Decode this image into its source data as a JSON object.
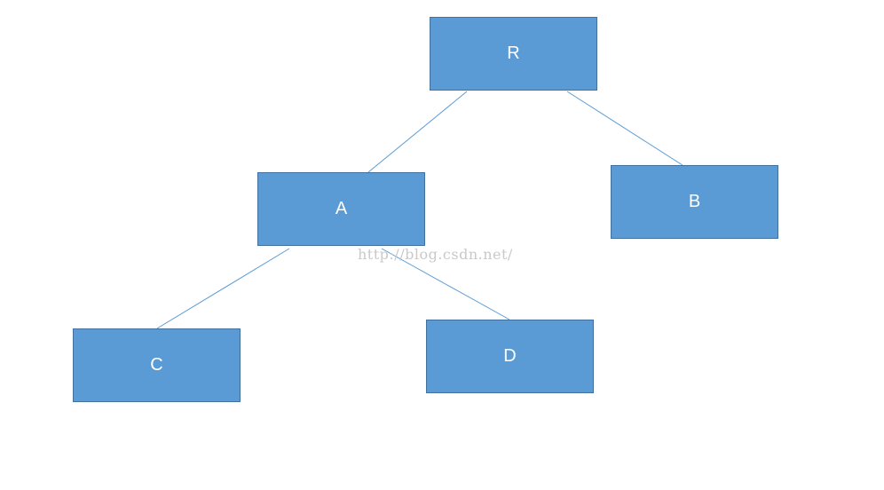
{
  "diagram": {
    "nodes": [
      {
        "id": "r",
        "label": "R"
      },
      {
        "id": "a",
        "label": "A"
      },
      {
        "id": "b",
        "label": "B"
      },
      {
        "id": "c",
        "label": "C"
      },
      {
        "id": "d",
        "label": "D"
      }
    ],
    "edges": [
      {
        "from": "R",
        "to": "A"
      },
      {
        "from": "R",
        "to": "B"
      },
      {
        "from": "A",
        "to": "C"
      },
      {
        "from": "A",
        "to": "D"
      }
    ],
    "colors": {
      "node_fill": "#5b9bd5",
      "node_border": "#41719c",
      "edge": "#5b9bd5",
      "label": "#ffffff"
    }
  },
  "watermark": "http://blog.csdn.net/"
}
